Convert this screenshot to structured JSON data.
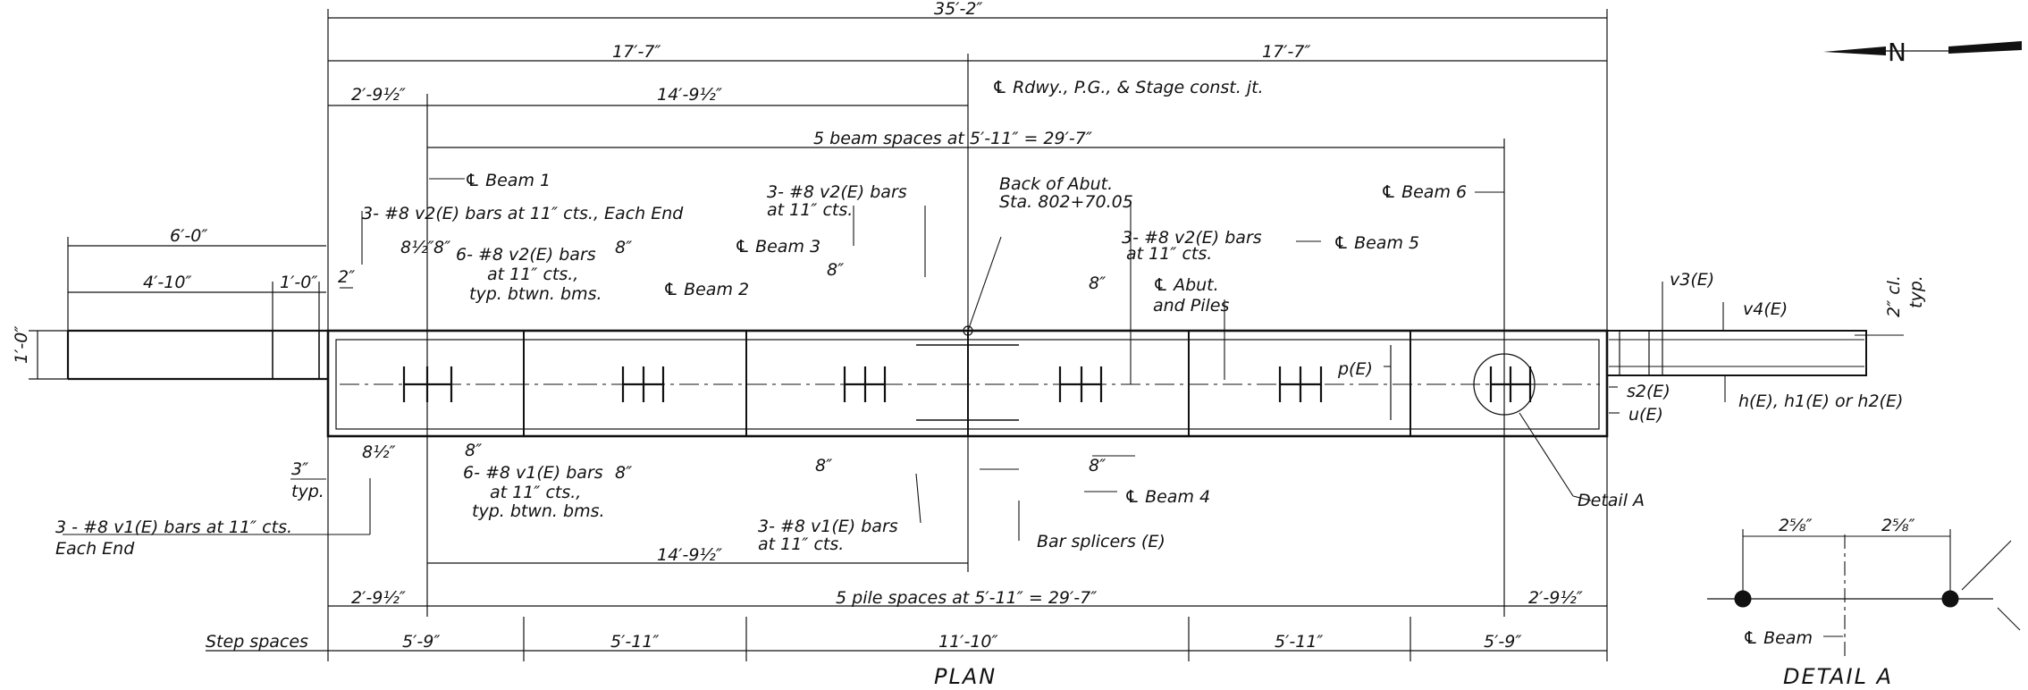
{
  "drawing": {
    "overall_dim": "35′-2″",
    "half_left": "17′-7″",
    "half_right": "17′-7″",
    "offset_left_top": "2′-9½″",
    "span_to_cl": "14′-9½″",
    "cl_rdwy": "℄ Rdwy., P.G., & Stage const. jt.",
    "beam_spaces": "5 beam spaces at 5′-11″ = 29′-7″",
    "cl_beam1": "℄ Beam 1",
    "cl_beam2": "℄ Beam 2",
    "cl_beam3": "℄ Beam 3",
    "cl_beam4": "℄ Beam 4",
    "cl_beam5": "℄ Beam 5",
    "cl_beam6": "℄ Beam 6",
    "v2_each_end": "3- #8 v2(E) bars at 11″ cts., Each End",
    "dim_6_0": "6′-0″",
    "dim_4_10": "4′-10″",
    "dim_1_0": "1′-0″",
    "dim_1_0_vert": "1′-0″",
    "dim_2in": "2″",
    "dim_8half": "8½″",
    "dim_8": "8″",
    "v2_typ_1": "6- #8 v2(E) bars",
    "v2_typ_2": "at 11″ cts.,",
    "v2_typ_3": "typ. btwn. bms.",
    "v2_3bars_1": "3- #8 v2(E) bars",
    "v2_3bars_2": "at 11″ cts.",
    "back_abut_1": "Back of Abut.",
    "back_abut_2": "Sta. 802+70.05",
    "cl_abut_1": "℄ Abut.",
    "cl_abut_2": "and Piles",
    "v2_right_1": "3- #8 v2(E) bars",
    "v2_right_2": "at 11″ cts.",
    "p_e": "p(E)",
    "v3": "v3(E)",
    "v4": "v4(E)",
    "clear_1": "2″ cl.",
    "clear_2": "typ.",
    "s2": "s2(E)",
    "u_e": "u(E)",
    "h_note": "h(E), h1(E) or h2(E)",
    "detail_a_call": "Detail A",
    "typ3_1": "3″",
    "typ3_2": "typ.",
    "v1_typ_1": "6- #8 v1(E) bars",
    "v1_typ_2": "at 11″ cts.,",
    "v1_typ_3": "typ. btwn. bms.",
    "v1_each_end_1": "3 - #8 v1(E) bars at 11″ cts.",
    "v1_each_end_2": "Each End",
    "v1_3bars_1": "3- #8 v1(E) bars",
    "v1_3bars_2": "at 11″ cts.",
    "bar_splicers": "Bar splicers (E)",
    "pile_spaces": "5 pile spaces at 5′-11″ = 29′-7″",
    "step_spaces_label": "Step spaces",
    "steps": [
      "5′-9″",
      "5′-11″",
      "11′-10″",
      "5′-11″",
      "5′-9″"
    ],
    "plan_title": "PLAN",
    "detail_title": "DETAIL A",
    "detail_dim": "2⅝″",
    "cl_beam_detail": "℄ Beam",
    "north": "N"
  }
}
